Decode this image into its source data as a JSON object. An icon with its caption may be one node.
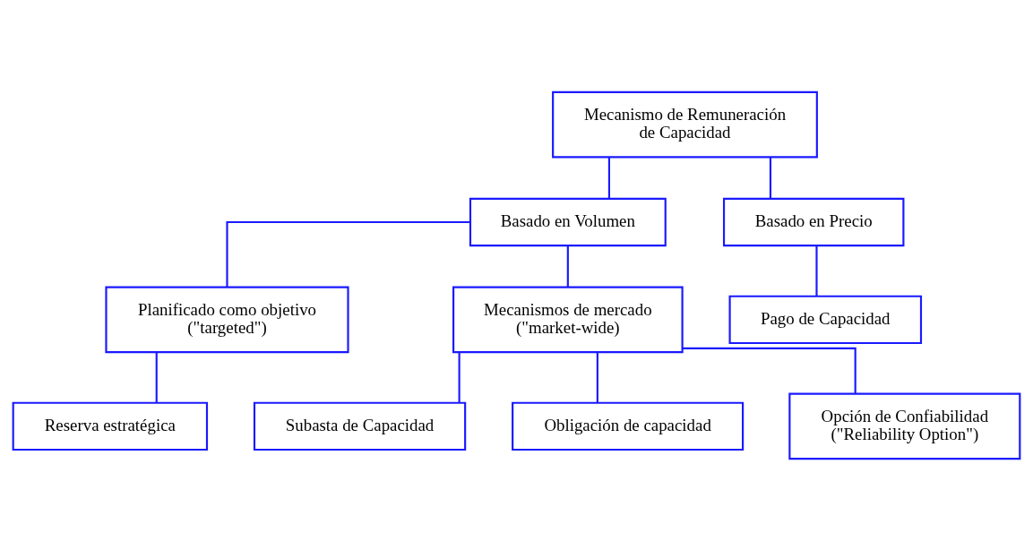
{
  "diagram": {
    "nodes": [
      {
        "text": [
          "Mecanismo de Remuneración de Capacidad"
        ]
      },
      {
        "text": [
          "Basado en Volumen"
        ]
      },
      {
        "text": [
          "Basado en Precio"
        ]
      },
      {
        "text": [
          "Planificado como objetivo (\"targeted\")"
        ]
      },
      {
        "text": [
          "Mecanismos de mercado (\"market-wide)"
        ]
      },
      {
        "text": [
          "Pago de Capacidad"
        ]
      },
      {
        "text": [
          "Reserva estratégica"
        ]
      },
      {
        "text": [
          "Subasta de Capacidad"
        ]
      },
      {
        "text": [
          "Obligación de capacidad"
        ]
      },
      {
        "text": [
          "Opción de Confiabilidad (\"Reliability Option\")"
        ]
      }
    ],
    "edges": [
      {
        "from": 0,
        "to": 1,
        "arrow": "none"
      },
      {
        "from": 0,
        "to": 2,
        "arrow": "none"
      },
      {
        "from": 1,
        "to": 3,
        "arrow": "none"
      },
      {
        "from": 1,
        "to": 4,
        "arrow": "none"
      },
      {
        "from": 2,
        "to": 5,
        "arrow": "none"
      },
      {
        "from": 3,
        "to": 6,
        "arrow": "none"
      },
      {
        "from": 4,
        "to": 7,
        "arrow": "none"
      },
      {
        "from": 4,
        "to": 8,
        "arrow": "none"
      },
      {
        "from": 4,
        "to": 9,
        "arrow": "none"
      }
    ]
  }
}
